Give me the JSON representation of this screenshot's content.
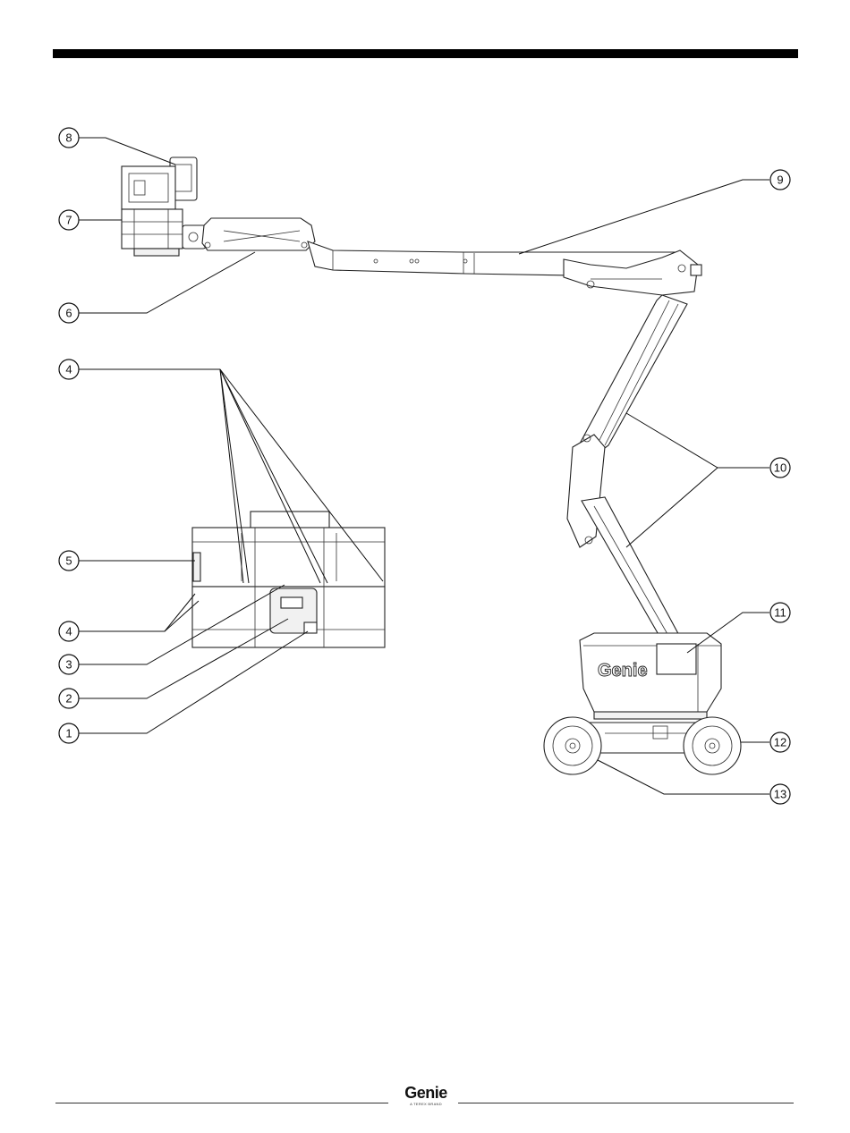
{
  "callouts": [
    {
      "num": "1"
    },
    {
      "num": "2"
    },
    {
      "num": "3"
    },
    {
      "num": "4"
    },
    {
      "num": "4"
    },
    {
      "num": "5"
    },
    {
      "num": "6"
    },
    {
      "num": "7"
    },
    {
      "num": "8"
    },
    {
      "num": "9"
    },
    {
      "num": "10"
    },
    {
      "num": "11"
    },
    {
      "num": "12"
    },
    {
      "num": "13"
    }
  ],
  "machine": {
    "brand_decal": "Genie"
  },
  "footer": {
    "logo": "Genie",
    "tagline": "A TEREX BRAND"
  },
  "colors": {
    "ink": "#111111",
    "paper": "#ffffff"
  }
}
